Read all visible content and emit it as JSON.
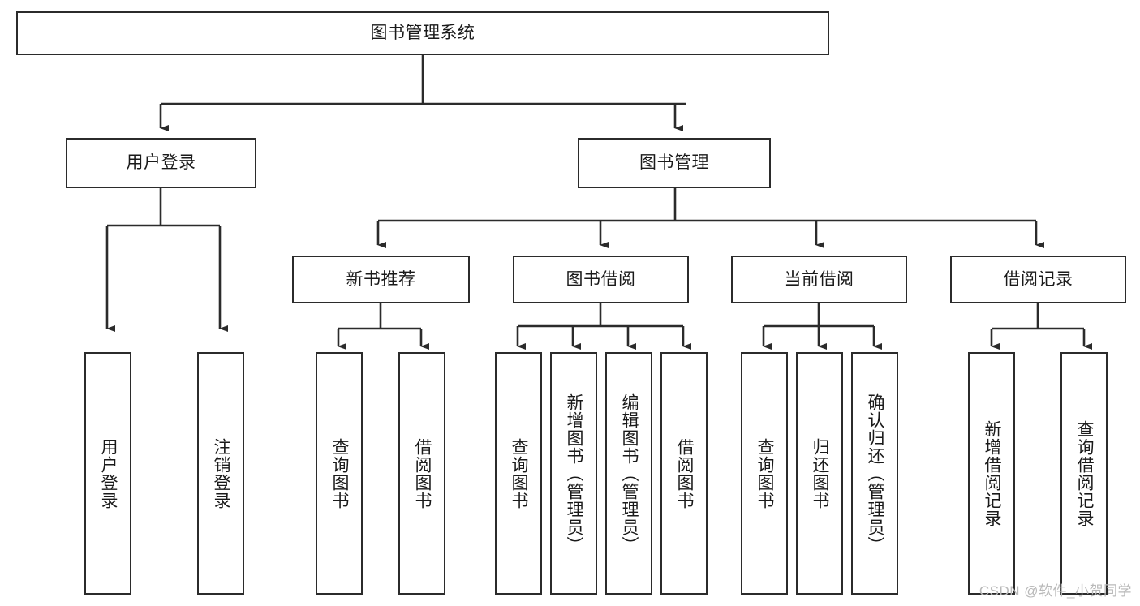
{
  "diagram": {
    "title": "图书管理系统",
    "type": "tree-hierarchy",
    "orientation": "top-down",
    "colors": {
      "box_border": "#2b2b2b",
      "box_fill": "#ffffff",
      "connector": "#2b2b2b",
      "text": "#1a1a1a",
      "watermark": "#b9b9b9"
    }
  },
  "root": {
    "id": "root",
    "label": "图书管理系统"
  },
  "level2": [
    {
      "id": "user-login",
      "label": "用户登录"
    },
    {
      "id": "book-manage",
      "label": "图书管理"
    }
  ],
  "level3": [
    {
      "id": "new-book-recommend",
      "label": "新书推荐",
      "parent": "book-manage"
    },
    {
      "id": "book-borrow",
      "label": "图书借阅",
      "parent": "book-manage"
    },
    {
      "id": "current-borrow",
      "label": "当前借阅",
      "parent": "book-manage"
    },
    {
      "id": "borrow-record",
      "label": "借阅记录",
      "parent": "book-manage"
    }
  ],
  "leaves": [
    {
      "id": "leaf-user-login",
      "label": "用户登录",
      "parent": "user-login"
    },
    {
      "id": "leaf-logout",
      "label": "注销登录",
      "parent": "user-login"
    },
    {
      "id": "leaf-query-book-1",
      "label": "查询图书",
      "parent": "new-book-recommend"
    },
    {
      "id": "leaf-borrow-book-1",
      "label": "借阅图书",
      "parent": "new-book-recommend"
    },
    {
      "id": "leaf-query-book-2",
      "label": "查询图书",
      "parent": "book-borrow"
    },
    {
      "id": "leaf-add-book",
      "label": "新增图书（管理员）",
      "parent": "book-borrow"
    },
    {
      "id": "leaf-edit-book",
      "label": "编辑图书（管理员）",
      "parent": "book-borrow"
    },
    {
      "id": "leaf-borrow-book-2",
      "label": "借阅图书",
      "parent": "book-borrow"
    },
    {
      "id": "leaf-query-book-3",
      "label": "查询图书",
      "parent": "current-borrow"
    },
    {
      "id": "leaf-return-book",
      "label": "归还图书",
      "parent": "current-borrow"
    },
    {
      "id": "leaf-confirm-return",
      "label": "确认归还（管理员）",
      "parent": "current-borrow"
    },
    {
      "id": "leaf-add-record",
      "label": "新增借阅记录",
      "parent": "borrow-record"
    },
    {
      "id": "leaf-query-record",
      "label": "查询借阅记录",
      "parent": "borrow-record"
    }
  ],
  "watermark": {
    "text": "CSDN @软件_小贺同学"
  }
}
